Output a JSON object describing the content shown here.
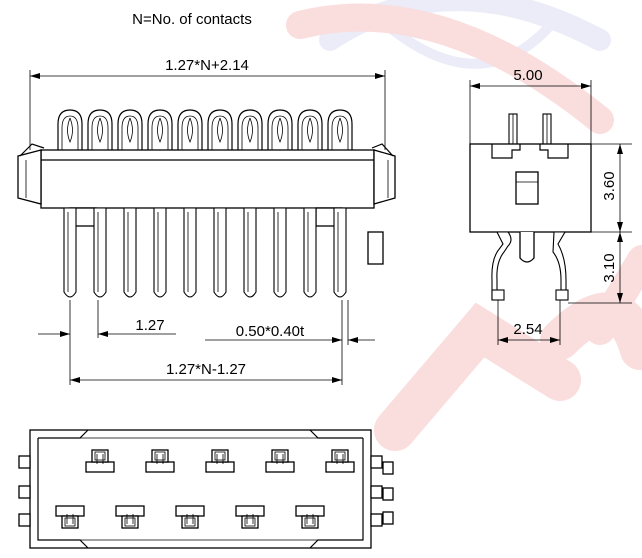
{
  "note": "N=No. of contacts",
  "dimensions": {
    "overall_length": "1.27*N+2.14",
    "pitch": "1.27",
    "pin_section": "0.50*0.40t",
    "pin_span": "1.27*N-1.27",
    "side_width": "5.00",
    "side_height_upper": "3.60",
    "side_height_lower": "3.10",
    "lead_spacing": "2.54"
  },
  "icons": {
    "watermark": "watermark-logo-icon"
  }
}
